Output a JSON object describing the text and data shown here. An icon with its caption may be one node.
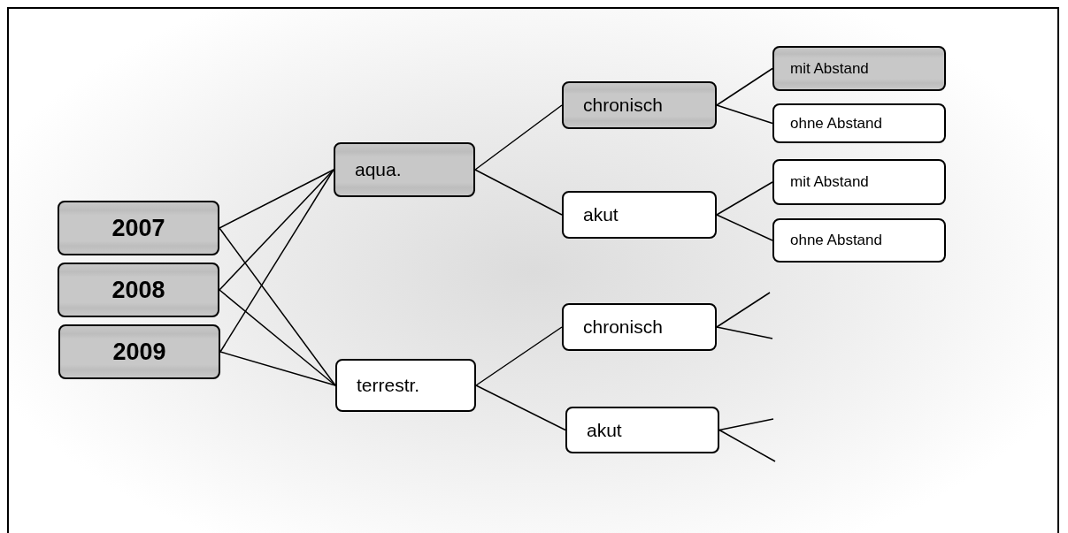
{
  "diagram": {
    "nodes": [
      {
        "text": [
          "2007"
        ]
      },
      {
        "text": [
          "2008"
        ]
      },
      {
        "text": [
          "2009"
        ]
      },
      {
        "text": [
          "aqua."
        ]
      },
      {
        "text": [
          "terrestr."
        ]
      },
      {
        "text": [
          "chronisch"
        ]
      },
      {
        "text": [
          "akut"
        ]
      },
      {
        "text": [
          "mit Abstand"
        ]
      },
      {
        "text": [
          "ohne Abstand"
        ]
      },
      {
        "text": [
          "mit Abstand"
        ]
      },
      {
        "text": [
          "ohne Abstand"
        ]
      },
      {
        "text": [
          "chronisch"
        ]
      },
      {
        "text": [
          "akut"
        ]
      }
    ],
    "edges": [
      {
        "from": 0,
        "to": 3,
        "arrow": "none"
      },
      {
        "from": 0,
        "to": 4,
        "arrow": "none"
      },
      {
        "from": 1,
        "to": 3,
        "arrow": "none"
      },
      {
        "from": 1,
        "to": 4,
        "arrow": "none"
      },
      {
        "from": 2,
        "to": 3,
        "arrow": "none"
      },
      {
        "from": 2,
        "to": 4,
        "arrow": "none"
      },
      {
        "from": 3,
        "to": 5,
        "arrow": "none"
      },
      {
        "from": 3,
        "to": 6,
        "arrow": "none"
      },
      {
        "from": 5,
        "to": 7,
        "arrow": "none"
      },
      {
        "from": 5,
        "to": 8,
        "arrow": "none"
      },
      {
        "from": 6,
        "to": 9,
        "arrow": "none"
      },
      {
        "from": 6,
        "to": 10,
        "arrow": "none"
      },
      {
        "from": 4,
        "to": 11,
        "arrow": "none"
      },
      {
        "from": 4,
        "to": 12,
        "arrow": "none"
      },
      {
        "from": 11,
        "to": null,
        "arrow": "none"
      },
      {
        "from": 11,
        "to": null,
        "arrow": "none"
      },
      {
        "from": 12,
        "to": null,
        "arrow": "none"
      },
      {
        "from": 12,
        "to": null,
        "arrow": "none"
      }
    ]
  }
}
